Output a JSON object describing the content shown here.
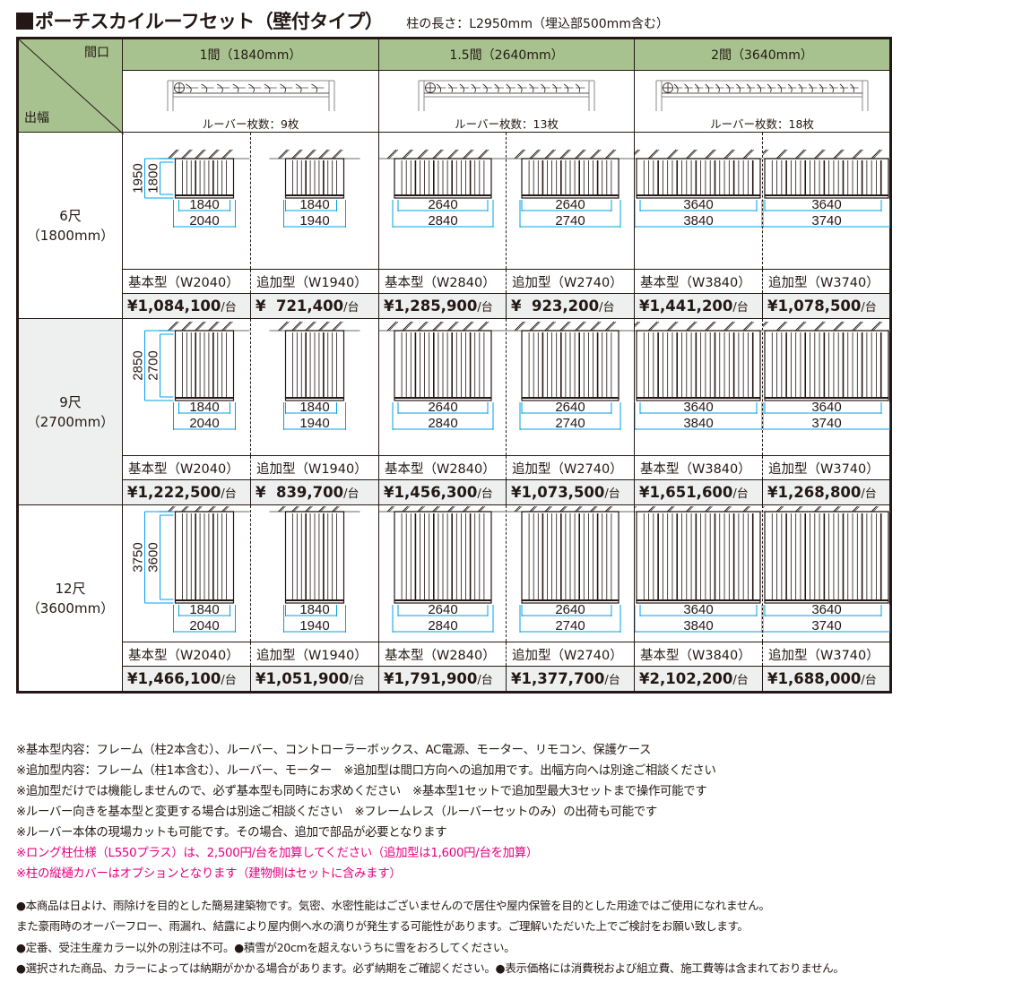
{
  "header": {
    "title": "ポーチスカイルーフセット（壁付タイプ）",
    "subtitle": "柱の長さ：L2950mm（埋込部500mm含む）",
    "corner_top": "間口",
    "corner_bottom": "出幅"
  },
  "colors": {
    "header_green": "#a8c28f",
    "row_shade": "#eeefef",
    "dimension_blue": "#00a0e9",
    "note_pink": "#e4007f",
    "frame_dark": "#231815"
  },
  "spans": [
    {
      "label": "1間（1840mm）",
      "louver_count": "ルーバー枚数：9枚",
      "louvers": 9
    },
    {
      "label": "1.5間（2640mm）",
      "louver_count": "ルーバー枚数：13枚",
      "louvers": 13
    },
    {
      "label": "2間（3640mm）",
      "louver_count": "ルーバー枚数：18枚",
      "louvers": 18
    }
  ],
  "rows": [
    {
      "label": "6尺",
      "label_mm": "（1800mm）",
      "height_outer": "1950",
      "height_inner": "1800",
      "cells": [
        {
          "model": "基本型（W2040）",
          "price": "¥1,084,100",
          "unit": "/台",
          "dim_inner": "1840",
          "dim_outer": "2040"
        },
        {
          "model": "追加型（W1940）",
          "price": "¥  721,400",
          "unit": "/台",
          "dim_inner": "1840",
          "dim_outer": "1940"
        },
        {
          "model": "基本型（W2840）",
          "price": "¥1,285,900",
          "unit": "/台",
          "dim_inner": "2640",
          "dim_outer": "2840"
        },
        {
          "model": "追加型（W2740）",
          "price": "¥  923,200",
          "unit": "/台",
          "dim_inner": "2640",
          "dim_outer": "2740"
        },
        {
          "model": "基本型（W3840）",
          "price": "¥1,441,200",
          "unit": "/台",
          "dim_inner": "3640",
          "dim_outer": "3840"
        },
        {
          "model": "追加型（W3740）",
          "price": "¥1,078,500",
          "unit": "/台",
          "dim_inner": "3640",
          "dim_outer": "3740"
        }
      ]
    },
    {
      "label": "9尺",
      "label_mm": "（2700mm）",
      "height_outer": "2850",
      "height_inner": "2700",
      "cells": [
        {
          "model": "基本型（W2040）",
          "price": "¥1,222,500",
          "unit": "/台",
          "dim_inner": "1840",
          "dim_outer": "2040"
        },
        {
          "model": "追加型（W1940）",
          "price": "¥  839,700",
          "unit": "/台",
          "dim_inner": "1840",
          "dim_outer": "1940"
        },
        {
          "model": "基本型（W2840）",
          "price": "¥1,456,300",
          "unit": "/台",
          "dim_inner": "2640",
          "dim_outer": "2840"
        },
        {
          "model": "追加型（W2740）",
          "price": "¥1,073,500",
          "unit": "/台",
          "dim_inner": "2640",
          "dim_outer": "2740"
        },
        {
          "model": "基本型（W3840）",
          "price": "¥1,651,600",
          "unit": "/台",
          "dim_inner": "3640",
          "dim_outer": "3840"
        },
        {
          "model": "追加型（W3740）",
          "price": "¥1,268,800",
          "unit": "/台",
          "dim_inner": "3640",
          "dim_outer": "3740"
        }
      ]
    },
    {
      "label": "12尺",
      "label_mm": "（3600mm）",
      "height_outer": "3750",
      "height_inner": "3600",
      "cells": [
        {
          "model": "基本型（W2040）",
          "price": "¥1,466,100",
          "unit": "/台",
          "dim_inner": "1840",
          "dim_outer": "2040"
        },
        {
          "model": "追加型（W1940）",
          "price": "¥1,051,900",
          "unit": "/台",
          "dim_inner": "1840",
          "dim_outer": "1940"
        },
        {
          "model": "基本型（W2840）",
          "price": "¥1,791,900",
          "unit": "/台",
          "dim_inner": "2640",
          "dim_outer": "2840"
        },
        {
          "model": "追加型（W2740）",
          "price": "¥1,377,700",
          "unit": "/台",
          "dim_inner": "2640",
          "dim_outer": "2740"
        },
        {
          "model": "基本型（W3840）",
          "price": "¥2,102,200",
          "unit": "/台",
          "dim_inner": "3640",
          "dim_outer": "3840"
        },
        {
          "model": "追加型（W3740）",
          "price": "¥1,688,000",
          "unit": "/台",
          "dim_inner": "3640",
          "dim_outer": "3740"
        }
      ]
    }
  ],
  "notes": [
    {
      "text": "※基本型内容：フレーム（柱2本含む）、ルーバー、コントローラーボックス、AC電源、モーター、リモコン、保護ケース",
      "highlight": false
    },
    {
      "text": "※追加型内容：フレーム（柱1本含む）、ルーバー、モーター　※追加型は間口方向への追加用です。出幅方向へは別途ご相談ください",
      "highlight": false
    },
    {
      "text": "※追加型だけでは機能しませんので、必ず基本型も同時にお求めください　※基本型1セットで追加型最大3セットまで操作可能です",
      "highlight": false
    },
    {
      "text": "※ルーバー向きを基本型と変更する場合は別途ご相談ください　※フレームレス（ルーバーセットのみ）の出荷も可能です",
      "highlight": false
    },
    {
      "text": "※ルーバー本体の現場カットも可能です。その場合、追加で部品が必要となります",
      "highlight": false
    },
    {
      "text": "※ロング柱仕様（L550プラス）は、2,500円/台を加算してください（追加型は1,600円/台を加算）",
      "highlight": true
    },
    {
      "text": "※柱の縦樋カバーはオプションとなります（建物側はセットに含みます）",
      "highlight": true
    }
  ],
  "disclaimers": [
    "●本商品は日よけ、雨除けを目的とした簡易建築物です。気密、水密性能はございませんので居住や屋内保管を目的とした用途ではご使用になれません。",
    "また豪雨時のオーバーフロー、雨漏れ、結露により屋内側へ水の滴りが発生する可能性があります。ご理解いただいた上でご検討をお願い致します。",
    "●定番、受注生産カラー以外の別注は不可。●積雪が20cmを超えないうちに雪をおろしてください。",
    "●選択された商品、カラーによっては納期がかかる場合があります。必ず納期をご確認ください。●表示価格には消費税および組立費、施工費等は含まれておりません。"
  ]
}
